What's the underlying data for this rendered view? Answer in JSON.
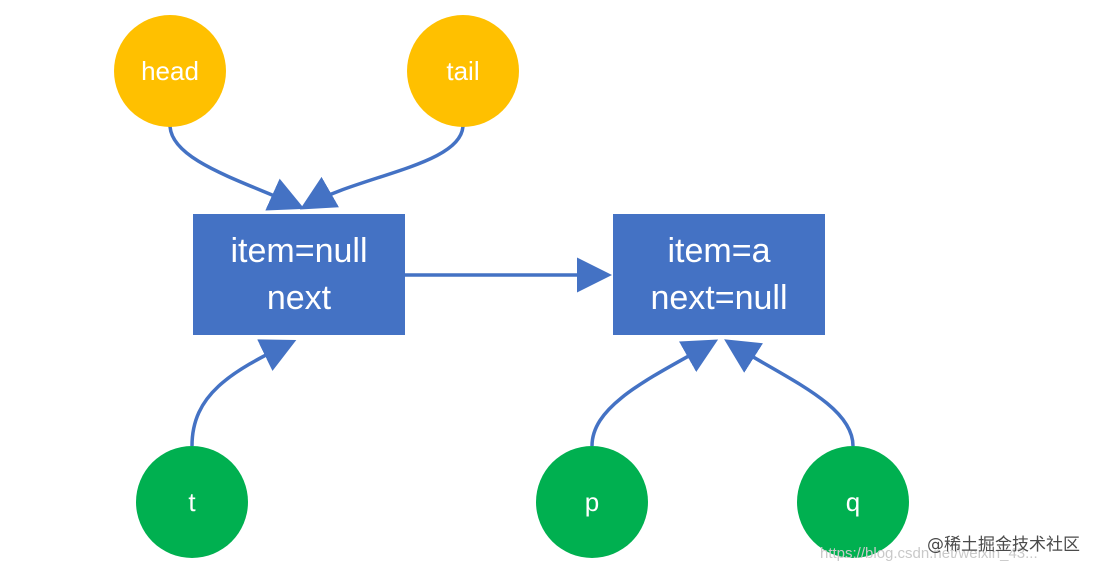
{
  "colors": {
    "pointer_top": "#FFC000",
    "pointer_bottom": "#00B050",
    "node_fill": "#4472C4",
    "edge": "#4472C4",
    "label": "#FFFFFF"
  },
  "pointers": {
    "head": "head",
    "tail": "tail",
    "t": "t",
    "p": "p",
    "q": "q"
  },
  "nodes": {
    "first": {
      "line1": "item=null",
      "line2": "next"
    },
    "second": {
      "line1": "item=a",
      "line2": "next=null"
    }
  },
  "watermark": {
    "url": "https://blog.csdn.net/weixin_43...",
    "site": "@稀土掘金技术社区"
  }
}
